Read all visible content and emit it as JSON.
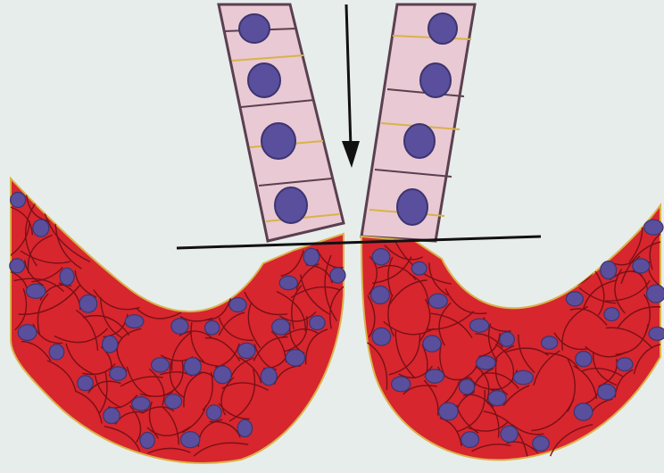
{
  "figure": {
    "type": "histology-diagram",
    "colors": {
      "background": "#dfe7e3",
      "mucosa_pale": "#e9c9d3",
      "mucosa_border": "#5a4050",
      "yellow_line": "#d9b24a",
      "stratified_red": "#d7262e",
      "stratified_dark": "#7a1016",
      "nucleus": "#5a4f9c",
      "nucleus_dark": "#3c3470",
      "pointer": "#111111"
    },
    "annotations": {
      "arrow": "pointer-arrow",
      "boundary_line": "junction-line"
    }
  }
}
